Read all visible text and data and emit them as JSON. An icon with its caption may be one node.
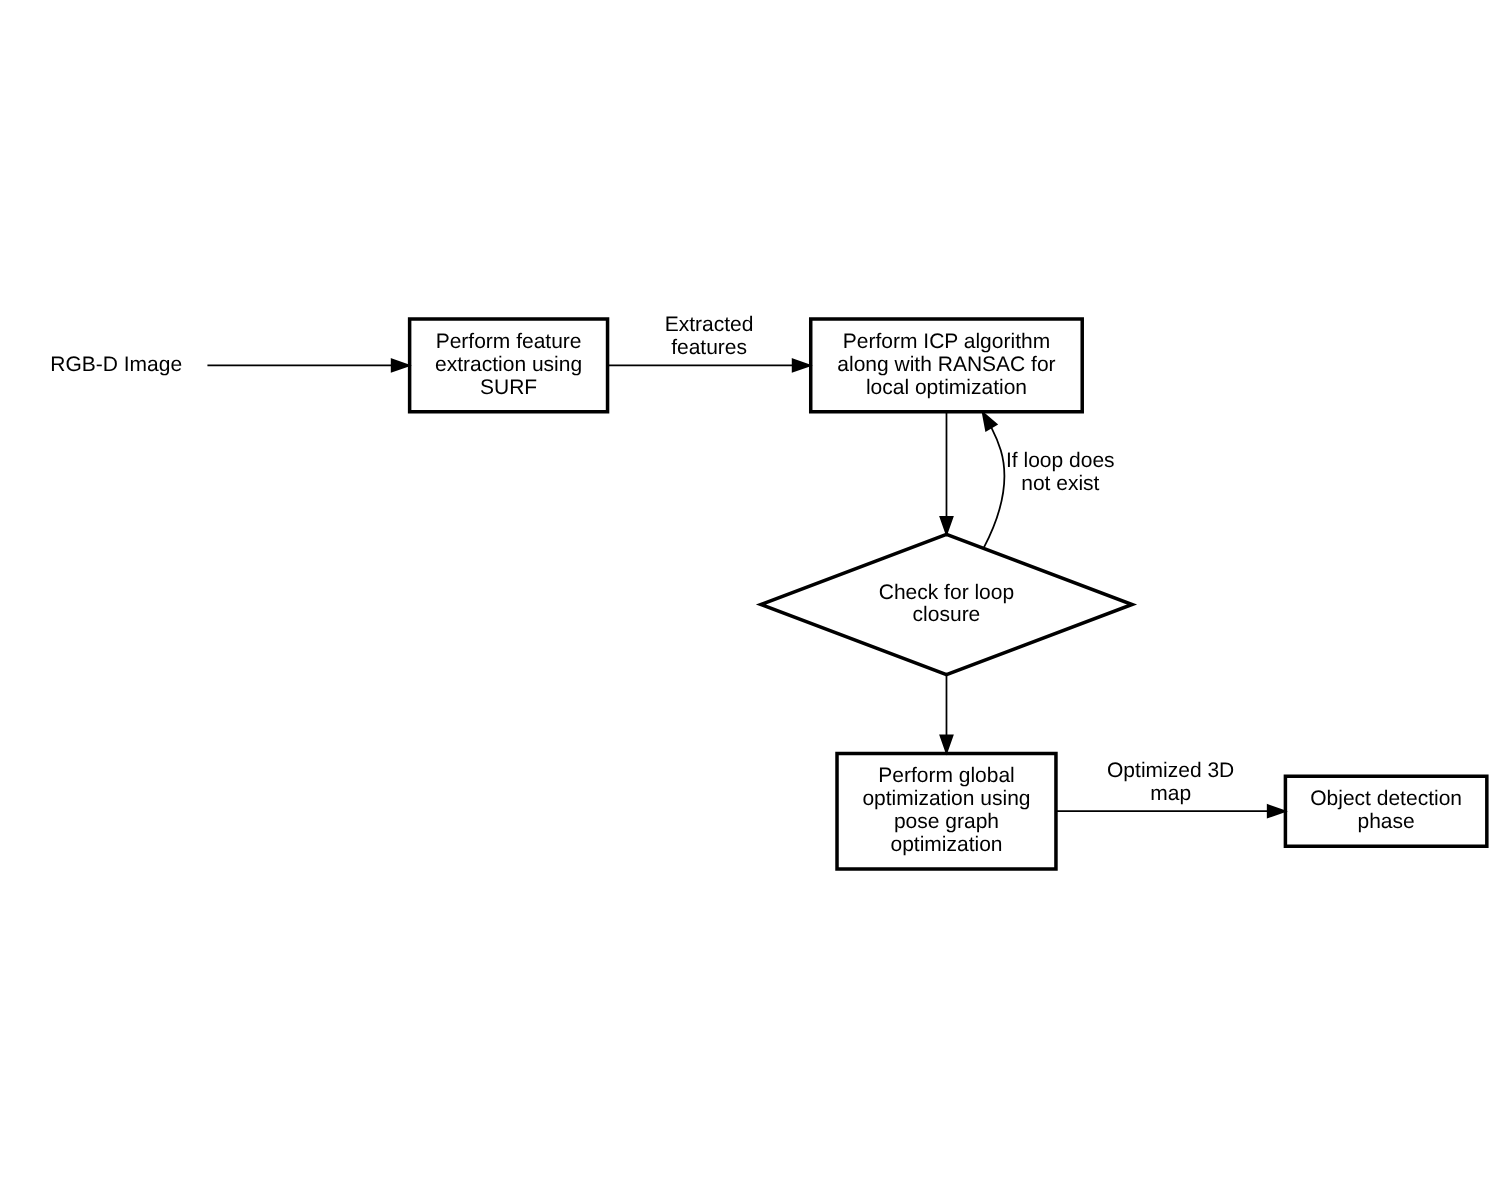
{
  "diagram": {
    "nodes": [
      {
        "text": [
          "RGB-D Image"
        ]
      },
      {
        "text": [
          "Perform feature extraction using SURF"
        ]
      },
      {
        "text": [
          "Perform ICP algorithm along with RANSAC for local optimization"
        ]
      },
      {
        "text": [
          "Check for loop closure"
        ]
      },
      {
        "text": [
          "Perform global optimization using pose graph optimization"
        ]
      },
      {
        "text": [
          "Object detection phase"
        ]
      }
    ],
    "edges": [
      {
        "from": 0,
        "to": 1,
        "arrow": "to"
      },
      {
        "from": 1,
        "to": 2,
        "arrow": "to",
        "label": "Extracted features"
      },
      {
        "from": 2,
        "to": 3,
        "arrow": "to"
      },
      {
        "from": 3,
        "to": 2,
        "arrow": "to",
        "label": "If loop does not exist"
      },
      {
        "from": 3,
        "to": 4,
        "arrow": "to"
      },
      {
        "from": 4,
        "to": 5,
        "arrow": "to",
        "label": "Optimized 3D map"
      }
    ]
  }
}
